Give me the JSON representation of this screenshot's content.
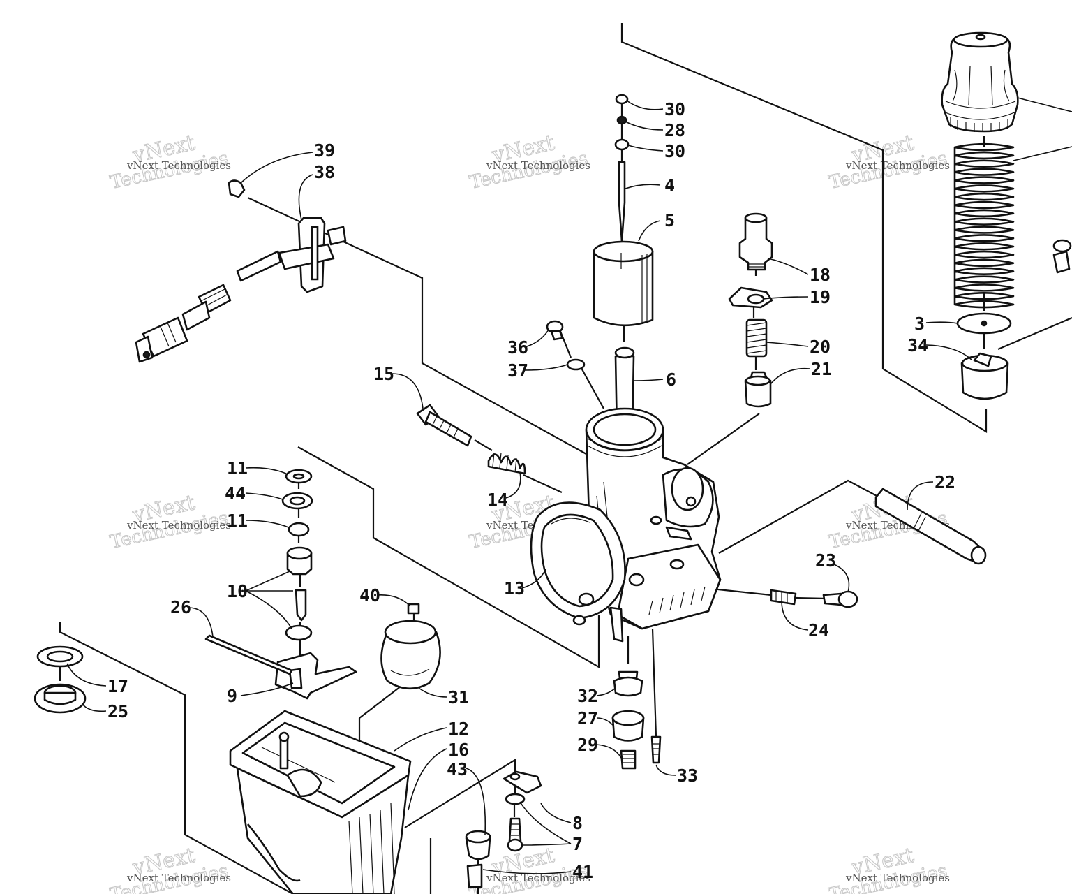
{
  "watermark": {
    "company": "vNext Technologies",
    "word1": "vNext",
    "word2": "Technologies"
  },
  "callouts": [
    "30",
    "28",
    "30",
    "4",
    "5",
    "39",
    "38",
    "18",
    "19",
    "20",
    "21",
    "3",
    "34",
    "36",
    "37",
    "6",
    "15",
    "14",
    "11",
    "44",
    "11",
    "10",
    "13",
    "22",
    "23",
    "24",
    "40",
    "26",
    "17",
    "25",
    "9",
    "31",
    "32",
    "27",
    "29",
    "33",
    "12",
    "16",
    "43",
    "8",
    "7",
    "41"
  ]
}
